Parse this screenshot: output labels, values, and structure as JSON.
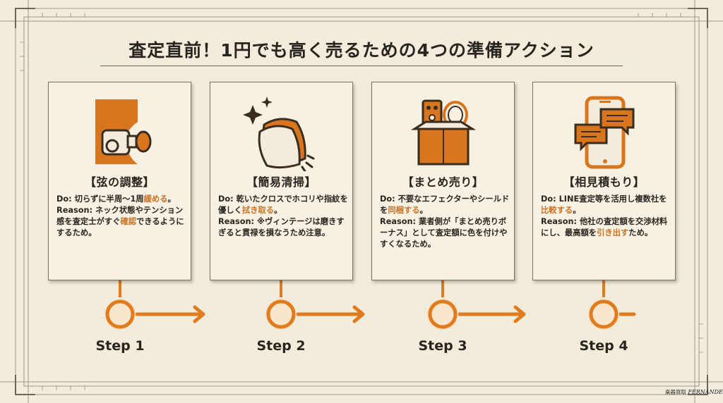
{
  "title": "査定直前！1円でも高く売るための4つの準備アクション",
  "colors": {
    "accent": "#e07b1e",
    "text": "#2b2520",
    "highlight": "#c97322",
    "background": "#f1ecdc"
  },
  "cards": [
    {
      "icon": "guitar-tuning-peg-icon",
      "heading": "【弦の調整】",
      "do_prefix": "Do: 切らずに半周〜1周",
      "do_highlight": "緩める",
      "do_suffix": "。",
      "reason_prefix": "Reason: ネック状態やテンション感を査定士がすぐ",
      "reason_highlight": "確認",
      "reason_suffix": "できるようにするため。",
      "step": "Step 1"
    },
    {
      "icon": "cleaning-cloth-sparkle-icon",
      "heading": "【簡易清掃】",
      "do_prefix": "Do: 乾いたクロスでホコリや指紋を優しく",
      "do_highlight": "拭き取る",
      "do_suffix": "。",
      "reason_prefix": "Reason: ※ヴィンテージは磨きすぎると貫禄を損なうため注意。",
      "reason_highlight": "",
      "reason_suffix": "",
      "step": "Step 2"
    },
    {
      "icon": "box-with-pedal-and-cable-icon",
      "heading": "【まとめ売り】",
      "do_prefix": "Do: 不要なエフェクターやシールドを",
      "do_highlight": "同梱する",
      "do_suffix": "。",
      "reason_prefix": "Reason: 業者側が「まとめ売りボーナス」として査定額に色を付けやすくなるため。",
      "reason_highlight": "",
      "reason_suffix": "",
      "step": "Step 3"
    },
    {
      "icon": "smartphone-chat-icon",
      "heading": "【相見積もり】",
      "do_prefix": "Do: LINE査定等を活用し複数社を",
      "do_highlight": "比較する",
      "do_suffix": "。",
      "reason_prefix": "Reason: 他社の査定額を交渉材料にし、最高額を",
      "reason_highlight": "引き出す",
      "reason_suffix": "ため。",
      "step": "Step 4"
    }
  ],
  "logo": {
    "left": "楽器買取",
    "right": "FERNANDES"
  }
}
